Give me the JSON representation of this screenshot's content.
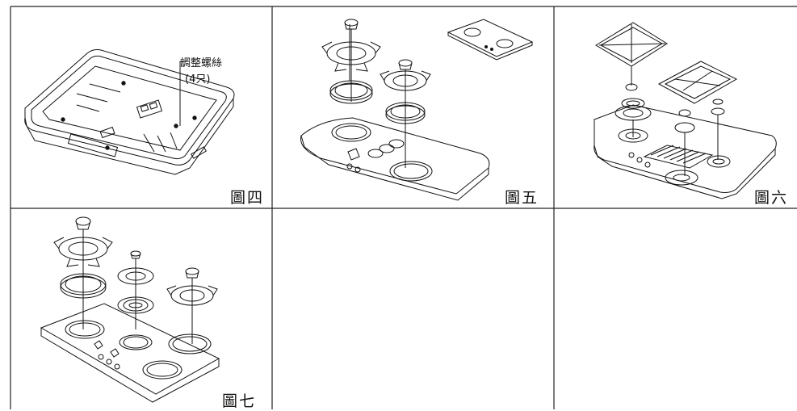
{
  "figures": [
    {
      "caption": "圖四",
      "annotation": {
        "line1": "調整螺絲",
        "line2": "(4只)"
      }
    },
    {
      "caption": "圖五"
    },
    {
      "caption": "圖六"
    },
    {
      "caption": "圖七"
    }
  ]
}
